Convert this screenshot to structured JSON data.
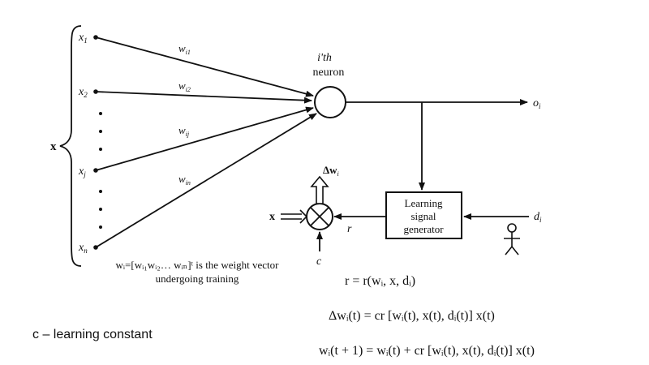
{
  "diagram": {
    "inputs": {
      "vector_label": "x",
      "items": [
        {
          "label": "x",
          "sub": "1"
        },
        {
          "label": "x",
          "sub": "2"
        },
        {
          "label": "x",
          "sub": "j"
        },
        {
          "label": "x",
          "sub": "n"
        }
      ]
    },
    "weights": [
      {
        "label": "w",
        "sub": "i1"
      },
      {
        "label": "w",
        "sub": "i2"
      },
      {
        "label": "w",
        "sub": "ij"
      },
      {
        "label": "w",
        "sub": "in"
      }
    ],
    "neuron": {
      "label_line1": "i'th",
      "label_line2": "neuron"
    },
    "output": {
      "label": "o",
      "sub": "i"
    },
    "learning_block": {
      "line1": "Learning",
      "line2": "signal",
      "line3": "generator"
    },
    "desired": {
      "label": "d",
      "sub": "i"
    },
    "multiplier": {
      "input_label": "x",
      "signal_label": "r",
      "constant_label": "c",
      "delta_label": "Δw",
      "delta_sub": "i"
    },
    "weight_vector_caption": {
      "line1": "wᵢ=[wᵢ₁wᵢ₂… wᵢₙ]ᵗ is the weight vector",
      "line2": "undergoing training"
    }
  },
  "equations": {
    "r": "r = r(wᵢ, x, dᵢ)",
    "delta": "Δwᵢ(t) = cr [wᵢ(t), x(t), dᵢ(t)] x(t)",
    "update": "wᵢ(t + 1) = wᵢ(t) + cr [wᵢ(t), x(t), dᵢ(t)] x(t)"
  },
  "caption": {
    "constant": "c – learning constant"
  }
}
